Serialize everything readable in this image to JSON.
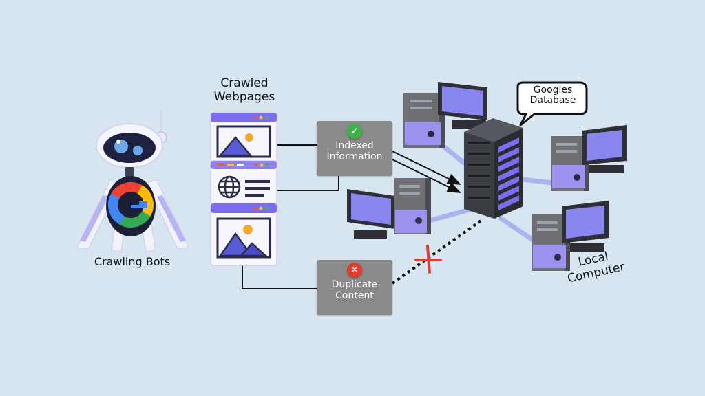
{
  "labels": {
    "crawled_webpages": [
      "Crawled",
      "Webpages"
    ],
    "crawling_bots": "Crawling Bots",
    "local_computer": [
      "Local",
      "Computer"
    ],
    "googles_database": [
      "Googles",
      "Database"
    ]
  },
  "boxes": {
    "indexed": {
      "badge": "✓",
      "lines": [
        "Indexed",
        "Information"
      ]
    },
    "duplicate": {
      "badge": "✕",
      "lines": [
        "Duplicate",
        "Content"
      ]
    }
  },
  "icons": {
    "check": "check-icon",
    "cross": "x-icon",
    "robot": "crawler-bot-icon",
    "server": "server-rack-icon",
    "computer": "desktop-computer-icon",
    "globe": "globe-icon",
    "image": "image-icon"
  },
  "colors": {
    "background": "#d6e5ef",
    "box": "#8a8a8a",
    "accent_purple": "#7b6cf0",
    "check_green": "#3db24b",
    "cross_red": "#e23b30",
    "server_dark": "#3a3d42"
  }
}
